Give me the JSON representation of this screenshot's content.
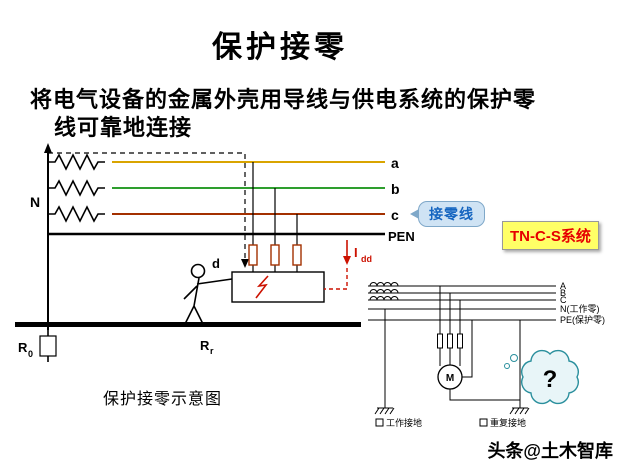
{
  "slide": {
    "title": "保护接零",
    "body_line1": "将电气设备的金属外壳用导线与供电系统的保护零",
    "body_line2": "线可靠地连接",
    "caption": "保护接零示意图",
    "watermark": "头条@土木智库"
  },
  "callout": {
    "label": "接零线"
  },
  "system_badge": {
    "label": "TN-C-S系统"
  },
  "left_diagram": {
    "neutral_label": "N",
    "phase_a_label": "a",
    "phase_b_label": "b",
    "phase_c_label": "c",
    "pen_label": "PEN",
    "fault_point_label": "d",
    "fault_current_label": "I",
    "fault_current_sub": "dd",
    "r0_label": "R",
    "r0_sub": "0",
    "rr_label": "R",
    "rr_sub": "r"
  },
  "right_diagram": {
    "phase_a_label": "A",
    "phase_b_label": "B",
    "phase_c_label": "C",
    "neutral_label": "N(工作零)",
    "pe_label": "PE(保护零)",
    "motor_label": "M",
    "working_ground_label": "工作接地",
    "repeat_ground_label": "重复接地",
    "question_label": "?"
  },
  "colors": {
    "phase-a": "#d9a400",
    "phase-b": "#2e9e2e",
    "phase-c": "#a33000",
    "fault-red": "#cc1100",
    "callout-text": "#1565c0",
    "callout-bg": "#cfe3f4",
    "callout-border": "#7fa8c9",
    "badge-text": "#e60000",
    "badge-bg": "#ffff66",
    "cloud-stroke": "#2a8f9d",
    "cloud-fill": "#e8f5f8"
  }
}
